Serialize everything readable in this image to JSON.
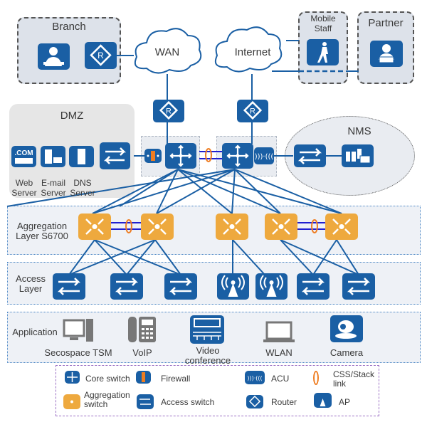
{
  "zones": {
    "branch": "Branch",
    "mobile_staff": "Mobile Staff",
    "partner": "Partner",
    "dmz": "DMZ",
    "nms": "NMS"
  },
  "clouds": {
    "wan": "WAN",
    "internet": "Internet"
  },
  "dmz_servers": [
    {
      "label_line1": "Web",
      "label_line2": "Server",
      "icon": ".COM"
    },
    {
      "label_line1": "E-mail",
      "label_line2": "Server"
    },
    {
      "label_line1": "DNS",
      "label_line2": "Server"
    }
  ],
  "layers": {
    "aggregation": {
      "line1": "Aggregation",
      "line2": "Layer S6700"
    },
    "access": {
      "line1": "Access",
      "line2": "Layer"
    },
    "application": "Application"
  },
  "applications": [
    {
      "label": "Secospace TSM"
    },
    {
      "label": "VoIP"
    },
    {
      "label_line1": "Video",
      "label_line2": "conference"
    },
    {
      "label": "WLAN"
    },
    {
      "label": "Camera"
    }
  ],
  "legend": {
    "core_switch": "Core switch",
    "firewall": "Firewall",
    "acu": "ACU",
    "css_line1": "CSS/Stack",
    "css_line2": "link",
    "agg_line1": "Aggregation",
    "agg_line2": "switch",
    "access_switch": "Access switch",
    "router": "Router",
    "ap": "AP"
  },
  "colors": {
    "device_blue": "#1a5fa4",
    "aggregation_orange": "#eea93e",
    "link_blue": "#1a5fa4",
    "stack_ring": "#ee7d22",
    "stack_link": "#2020d0"
  }
}
